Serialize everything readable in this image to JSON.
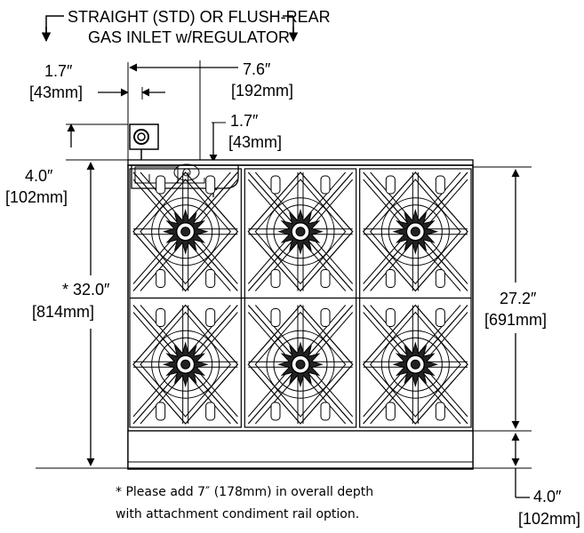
{
  "inlet_label": {
    "line1": "STRAIGHT (STD) OR FLUSH-REAR",
    "line2": "GAS INLET w/REGULATOR"
  },
  "dimensions": {
    "inlet_offset_in": "1.7″",
    "inlet_offset_mm": "[43mm]",
    "inlet_to_edge_in": "7.6″",
    "inlet_to_edge_mm": "[192mm]",
    "regulator_height_in": "1.7″",
    "regulator_height_mm": "[43mm]",
    "rear_depth_in": "4.0″",
    "rear_depth_mm": "[102mm]",
    "overall_depth_in": "* 32.0″",
    "overall_depth_mm": "[814mm]",
    "grate_depth_in": "27.2″",
    "grate_depth_mm": "[691mm]",
    "front_rail_in": "4.0″",
    "front_rail_mm": "[102mm]"
  },
  "footnote": {
    "line1": "* Please add 7″ (178mm) in overall depth",
    "line2": "with attachment condiment rail option."
  },
  "colors": {
    "ink": "#000000",
    "background": "#ffffff"
  }
}
